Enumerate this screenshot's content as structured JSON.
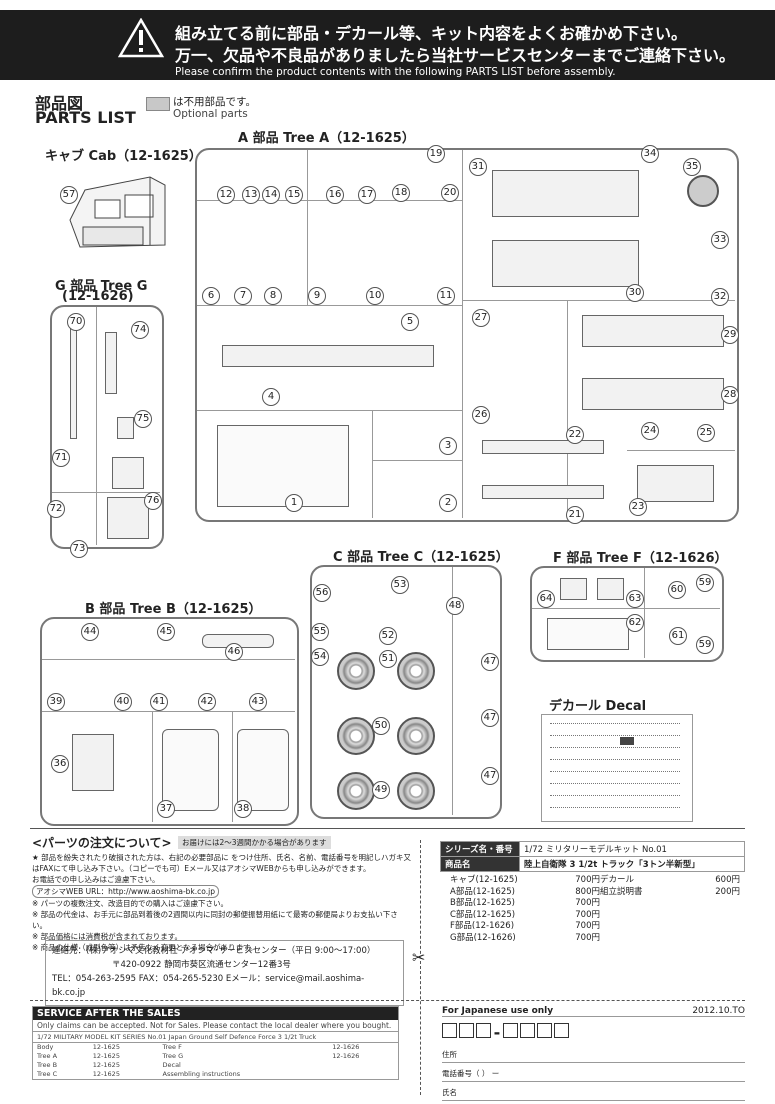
{
  "banner": {
    "line1": "組み立てる前に部品・デカール等、キット内容をよくお確かめ下さい。",
    "line2": "万一、欠品や不良品がありましたら当社サービスセンターまでご連絡下さい。",
    "line3": "Please confirm the product contents with the following PARTS LIST before assembly."
  },
  "header": {
    "title_jp": "部品図",
    "title_en": "PARTS LIST",
    "optional_jp": "は不用部品です。",
    "optional_en": "Optional parts"
  },
  "trees": {
    "cab": {
      "title": "キャブ Cab（12-1625）",
      "parts": [
        "57"
      ]
    },
    "g": {
      "title1": "G 部品 Tree G",
      "title2": "(12-1626)",
      "parts": [
        "70",
        "74",
        "75",
        "71",
        "76",
        "72",
        "73"
      ]
    },
    "a": {
      "title": "A 部品 Tree A（12-1625）",
      "parts": [
        "12",
        "13",
        "14",
        "15",
        "16",
        "17",
        "18",
        "19",
        "20",
        "6",
        "7",
        "8",
        "9",
        "10",
        "11",
        "5",
        "4",
        "3",
        "2",
        "1",
        "31",
        "34",
        "35",
        "33",
        "30",
        "32",
        "27",
        "29",
        "26",
        "28",
        "22",
        "24",
        "25",
        "21",
        "23"
      ]
    },
    "b": {
      "title": "B 部品 Tree B（12-1625）",
      "parts": [
        "44",
        "45",
        "46",
        "39",
        "40",
        "41",
        "42",
        "43",
        "36",
        "37",
        "38"
      ]
    },
    "c": {
      "title": "C 部品 Tree C（12-1625）",
      "parts": [
        "56",
        "53",
        "48",
        "55",
        "52",
        "54",
        "51",
        "47",
        "50",
        "47",
        "47",
        "49"
      ]
    },
    "f": {
      "title": "F 部品 Tree F（12-1626）",
      "parts": [
        "64",
        "63",
        "60",
        "59",
        "62",
        "61",
        "59"
      ]
    },
    "decal": {
      "title": "デカール Decal"
    }
  },
  "order": {
    "title": "<パーツの注文について>",
    "note": "お届けには2～3週間かかる場合があります",
    "body": [
      "★ 部品を紛失されたり破損された方は、右記の必要部品に   をつけ住所、氏名、名前、電話番号を明記しハガキ又はFAXにて申し込み下さい。（コピーでも可）Eメール又はアオシマWEBからも申し込みができます。",
      "お電話での申し込みはご遠慮下さい。",
      "アオシマWEB  URL：http://www.aoshima-bk.co.jp",
      "※ パーツの複数注文、改造目的での購入はご遠慮下さい。",
      "※ 部品の代金は、お手元に部品到着後の2週間以内に同封の郵便振替用紙にて最寄の郵便局よりお支払い下さい。",
      "※ 部品価格には消費税が含まれております。",
      "※ 商品の仕様（成型色等）は予告なく変更となる場合があります。"
    ],
    "contact1": "連絡先：(株)アオシマ文化教材社 アオシマ･サービスセンター（平日 9:00～17:00）",
    "contact2": "〒420-0922  静岡市葵区流通センター12番3号",
    "contact3": "TEL：054-263-2595  FAX：054-265-5230  Eメール：service@mail.aoshima-bk.co.jp"
  },
  "series": {
    "label1": "シリーズ名・番号",
    "value1": "1/72 ミリタリーモデルキット No.01",
    "label2": "商品名",
    "value2": "陸上自衛隊 3 1/2t トラック「3トン半新型」"
  },
  "price_list": [
    {
      "name": "キャブ(12-1625)",
      "price": "700円"
    },
    {
      "name": "A部品(12-1625)",
      "price": "800円"
    },
    {
      "name": "B部品(12-1625)",
      "price": "700円"
    },
    {
      "name": "C部品(12-1625)",
      "price": "700円"
    },
    {
      "name": "F部品(12-1626)",
      "price": "700円"
    },
    {
      "name": "G部品(12-1626)",
      "price": "700円"
    }
  ],
  "price_list2": [
    {
      "name": "デカール",
      "price": "600円"
    },
    {
      "name": "組立説明書",
      "price": "200円"
    }
  ],
  "service": {
    "title": "SERVICE AFTER THE SALES",
    "note": "Only claims can be accepted. Not for Sales. Please contact the local dealer where you bought.",
    "series": "1/72 MILITARY MODEL KIT SERIES No.01 Japan Ground Self Defence Force 3 1/2t Truck",
    "rows": [
      [
        "Body",
        "12-1625",
        "Tree F",
        "12-1626"
      ],
      [
        "Tree A",
        "12-1625",
        "Tree G",
        "12-1626"
      ],
      [
        "Tree B",
        "12-1625",
        "Decal",
        ""
      ],
      [
        "Tree C",
        "12-1625",
        "Assembling instructions",
        ""
      ]
    ]
  },
  "jpuse": {
    "title": "For Japanese use only",
    "date": "2012.10.TO",
    "addr": "住所",
    "tel": "電話番号（              ）          ー",
    "name": "氏名"
  }
}
